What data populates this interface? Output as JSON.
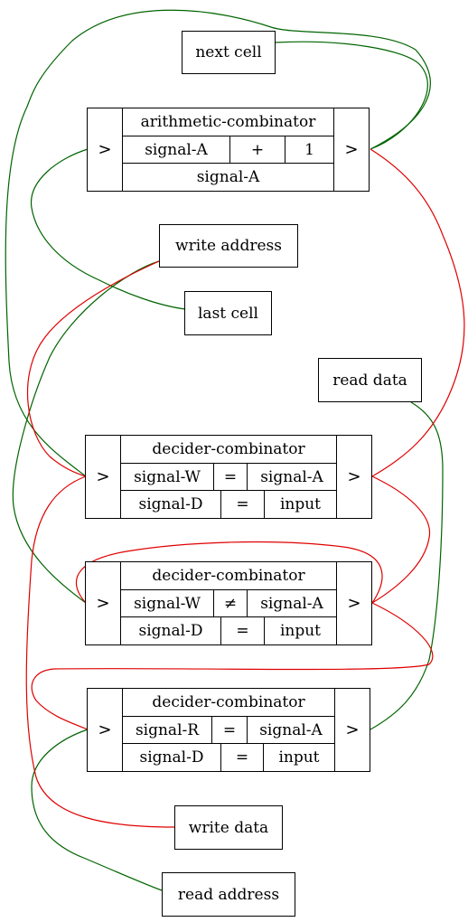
{
  "nodes": {
    "next_cell": "next cell",
    "write_address": "write address",
    "last_cell": "last cell",
    "read_data": "read data",
    "write_data": "write data",
    "read_address": "read address"
  },
  "arith": {
    "title": "arithmetic-combinator",
    "left": "signal-A",
    "op": "+",
    "right": "1",
    "output": "signal-A",
    "in_port": ">",
    "out_port": ">"
  },
  "decider1": {
    "title": "decider-combinator",
    "left": "signal-W",
    "op": "=",
    "right": "signal-A",
    "out_left": "signal-D",
    "out_op": "=",
    "out_right": "input",
    "in_port": ">",
    "out_port": ">"
  },
  "decider2": {
    "title": "decider-combinator",
    "left": "signal-W",
    "op": "≠",
    "right": "signal-A",
    "out_left": "signal-D",
    "out_op": "=",
    "out_right": "input",
    "in_port": ">",
    "out_port": ">"
  },
  "decider3": {
    "title": "decider-combinator",
    "left": "signal-R",
    "op": "=",
    "right": "signal-A",
    "out_left": "signal-D",
    "out_op": "=",
    "out_right": "input",
    "in_port": ">",
    "out_port": ">"
  },
  "wire_colors": {
    "green": "#006400",
    "red": "#e00000"
  }
}
